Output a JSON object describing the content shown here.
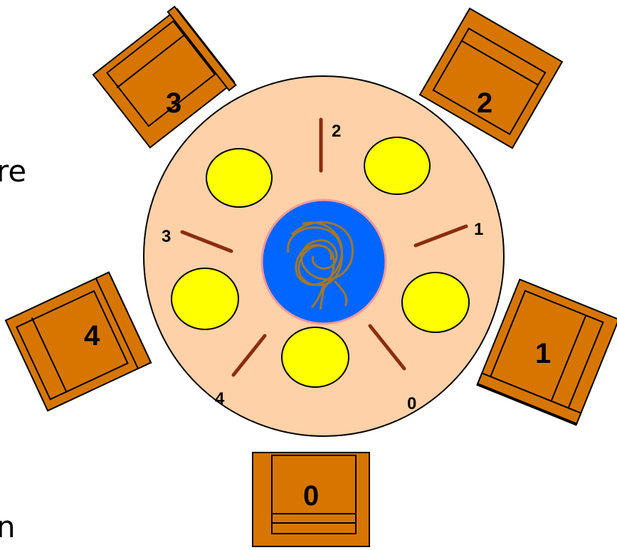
{
  "diagram": {
    "colors": {
      "table": "#FFD1A8",
      "chair": "#D67600",
      "plate": "#FFFF00",
      "bowl": "#0066FF",
      "bowl_rim": "#FF9999",
      "fork": "#8B2D0F",
      "spaghetti": "#A07828"
    },
    "chairs": [
      {
        "id": "0",
        "label": "0"
      },
      {
        "id": "1",
        "label": "1"
      },
      {
        "id": "2",
        "label": "2"
      },
      {
        "id": "3",
        "label": "3"
      },
      {
        "id": "4",
        "label": "4"
      }
    ],
    "forks": [
      {
        "id": "0",
        "label": "0"
      },
      {
        "id": "1",
        "label": "1"
      },
      {
        "id": "2",
        "label": "2"
      },
      {
        "id": "3",
        "label": "3"
      },
      {
        "id": "4",
        "label": "4"
      }
    ],
    "plates": 5,
    "text_fragments": [
      "re",
      "n"
    ]
  }
}
